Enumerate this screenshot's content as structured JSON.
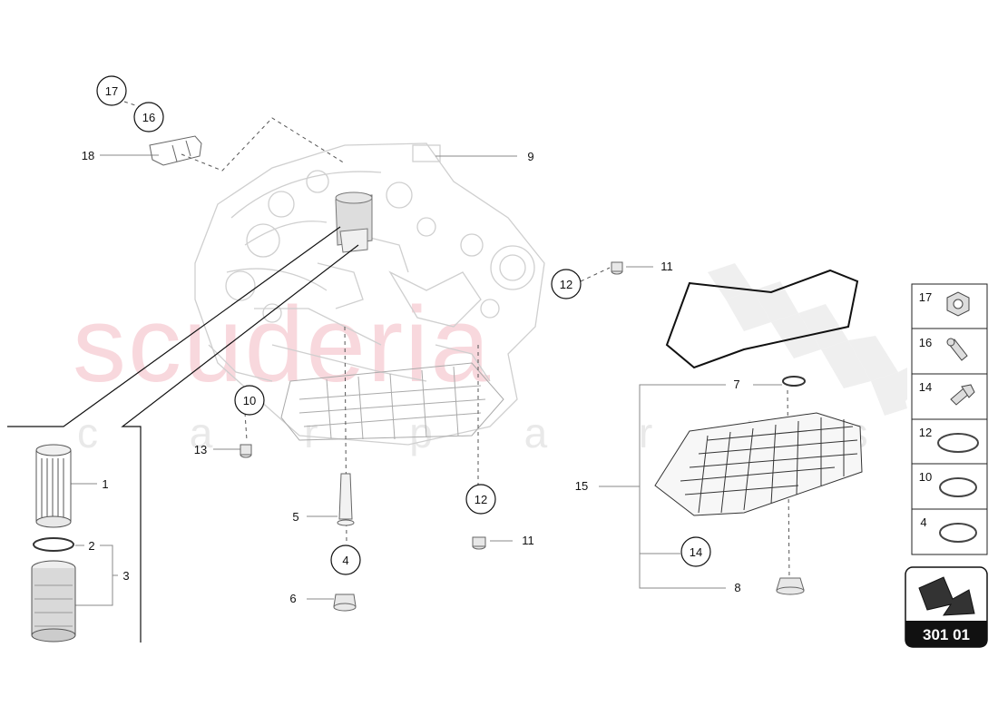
{
  "watermark": {
    "brand": "scuderia",
    "sub": "c a r p a r t s"
  },
  "callouts": {
    "c17": "17",
    "c16": "16",
    "c10": "10",
    "c4": "4",
    "c12a": "12",
    "c12b": "12",
    "c14": "14"
  },
  "labels": {
    "l18": "18",
    "l9": "9",
    "l11a": "11",
    "l11b": "11",
    "l13": "13",
    "l5": "5",
    "l6": "6",
    "l1": "1",
    "l2": "2",
    "l3": "3",
    "l7": "7",
    "l15": "15",
    "l8": "8"
  },
  "legend": {
    "items": [
      "17",
      "16",
      "14",
      "12",
      "10",
      "4"
    ]
  },
  "page_label": "301 01"
}
